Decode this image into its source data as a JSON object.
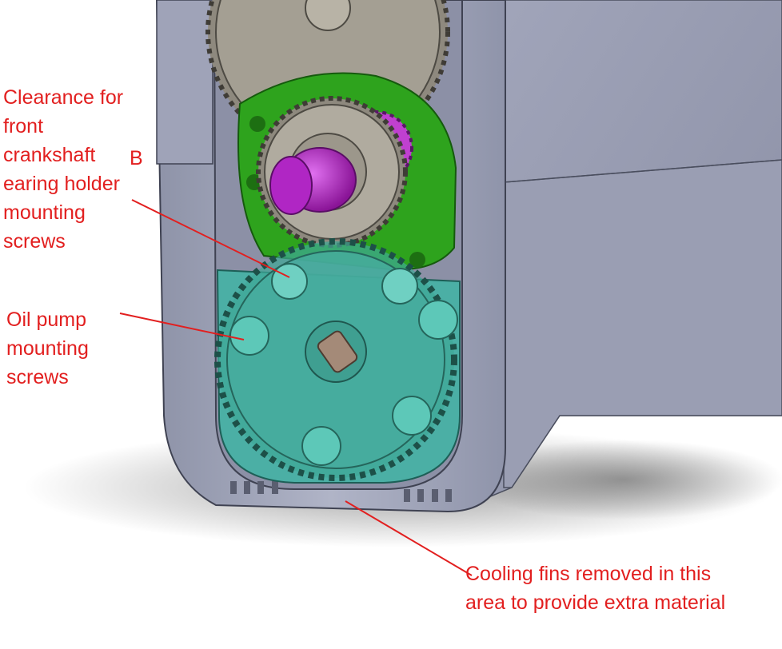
{
  "annotations": {
    "clearance": "Clearance for\nfront\ncrankshaft\nearing holder\nmounting\nscrews",
    "b_letter": "B",
    "oil_pump": "Oil pump\nmounting\nscrews",
    "cooling_fins": "Cooling fins removed in this\narea to provide extra material"
  },
  "colors": {
    "annotation": "#e21f1f",
    "housing": "#a3a8bd",
    "housing_dark": "#757a90",
    "gear_tan": "#9a958a",
    "green_plate": "#2e9e1f",
    "teal_plate": "#3fb5a5",
    "purple_shaft": "#b020c0"
  }
}
